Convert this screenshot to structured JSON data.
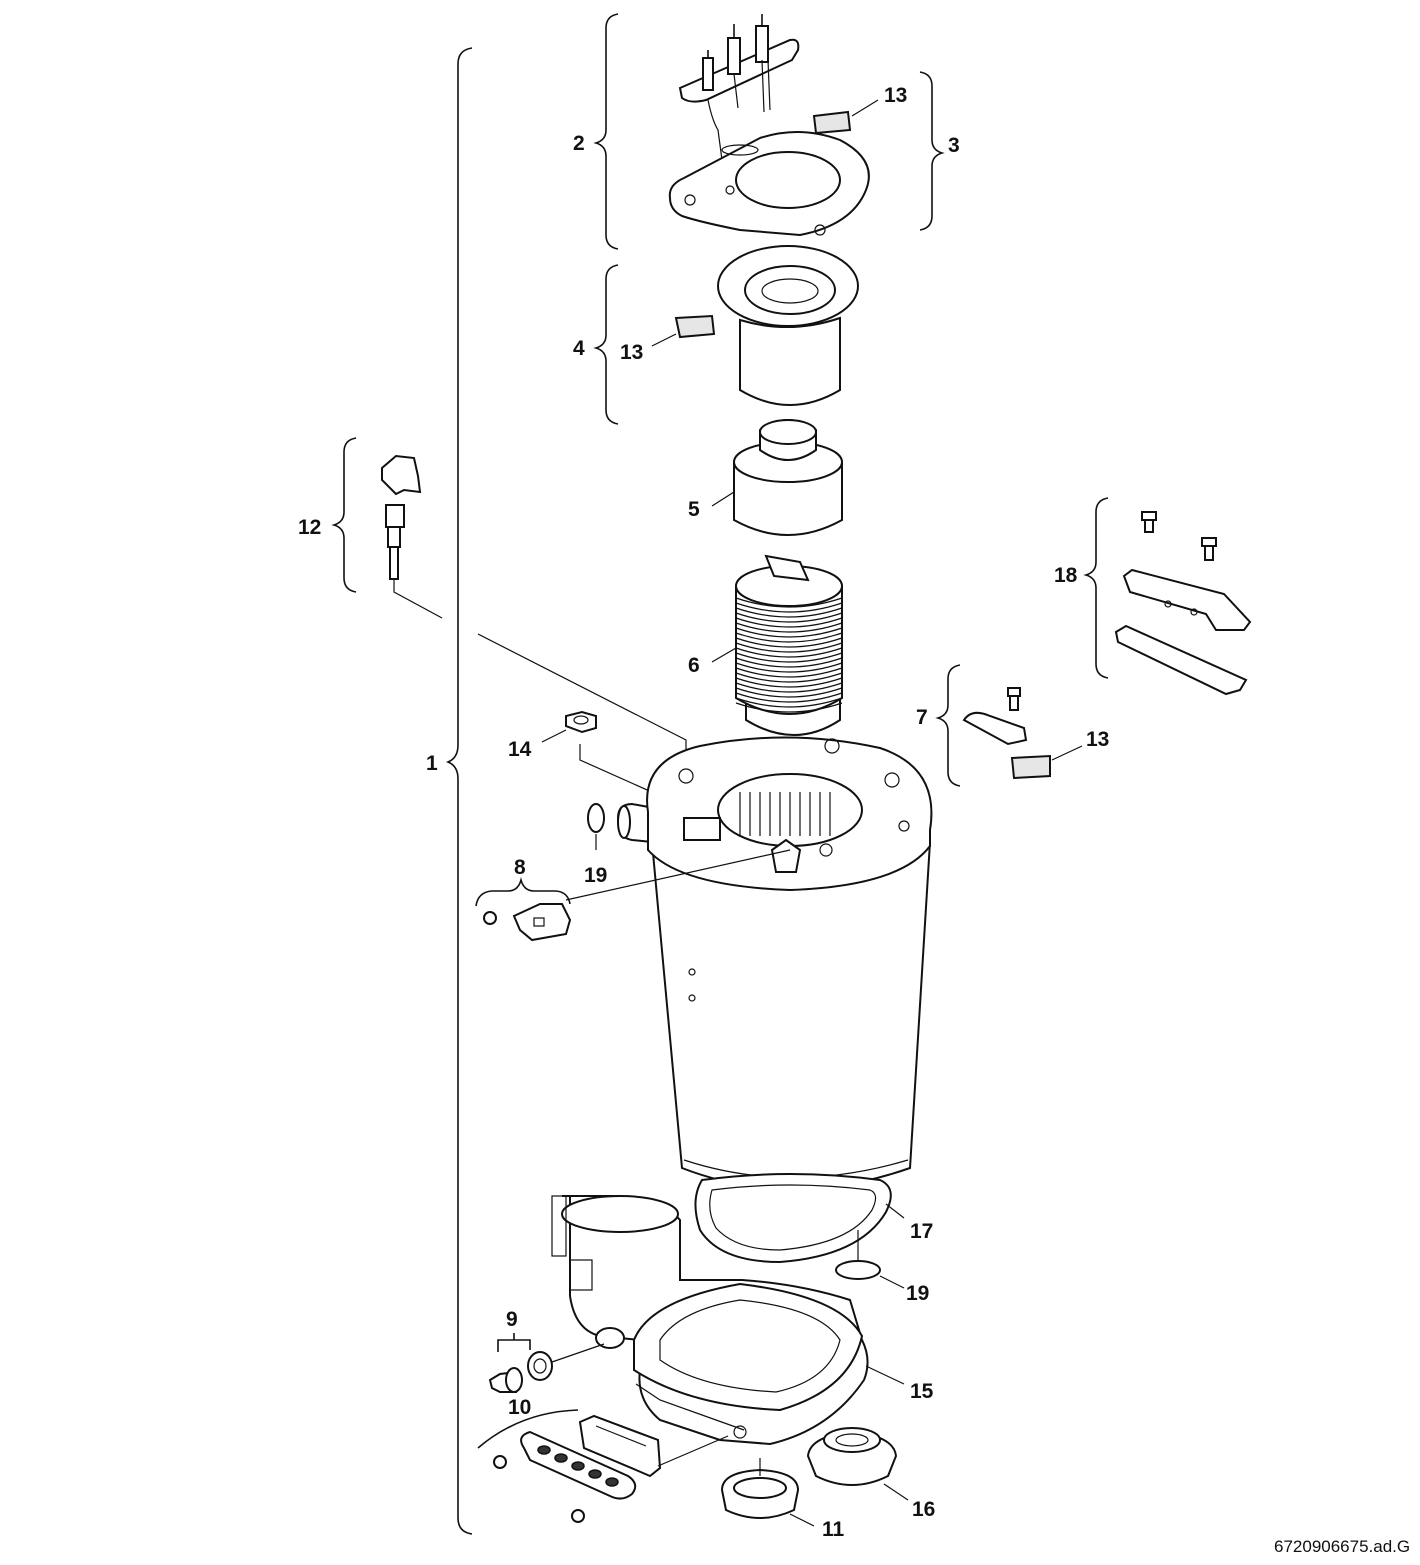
{
  "drawing_reference": "6720906675.ad.G",
  "callouts": {
    "c1": "1",
    "c2": "2",
    "c3": "3",
    "c4": "4",
    "c5": "5",
    "c6": "6",
    "c7": "7",
    "c8": "8",
    "c9": "9",
    "c10": "10",
    "c11": "11",
    "c12": "12",
    "c13a": "13",
    "c13b": "13",
    "c13c": "13",
    "c14": "14",
    "c15": "15",
    "c16": "16",
    "c17": "17",
    "c18": "18",
    "c19a": "19",
    "c19b": "19"
  },
  "icons": {
    "electrode-assembly": "electrode-assembly-icon",
    "gasket": "gasket-icon",
    "burner-sleeve": "burner-sleeve-icon",
    "burner-cap": "burner-cap-icon",
    "heat-exchanger-coil": "heat-exchanger-coil-icon",
    "heat-cell-body": "heat-cell-body-icon",
    "sensor-bracket": "sensor-bracket-icon",
    "mounting-rails": "mounting-rails-icon",
    "condensate-base": "condensate-base-icon"
  }
}
